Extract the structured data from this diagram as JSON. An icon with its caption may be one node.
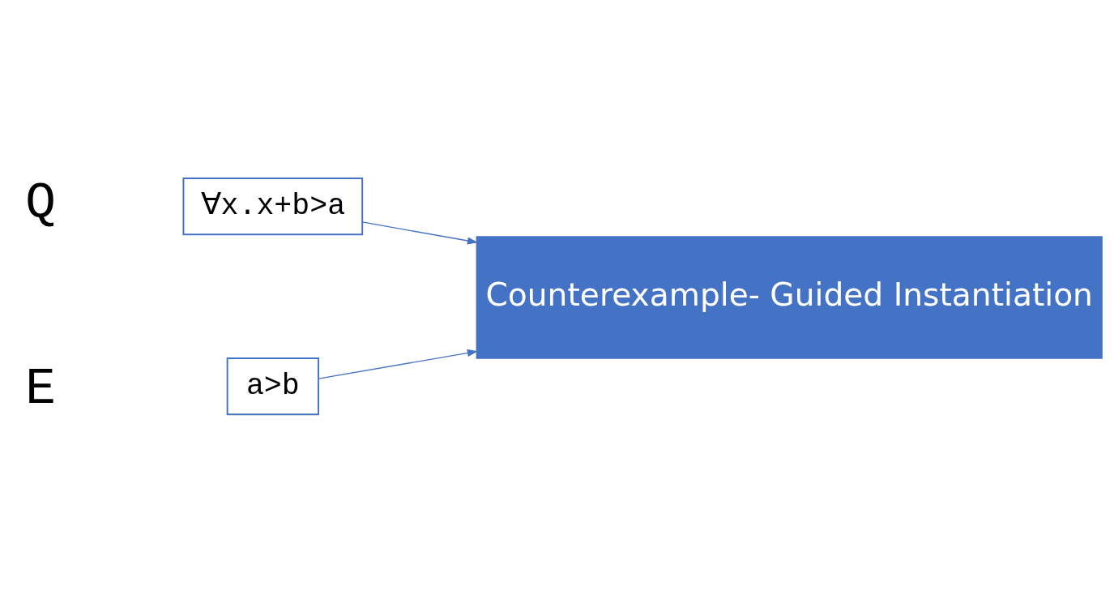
{
  "diagram": {
    "nodes": [
      {
        "text": [
          "a>b"
        ]
      },
      {
        "text": [
          "∀x.x+b>a"
        ]
      },
      {
        "text": [
          "Counterexample- Guided Instantiation"
        ]
      }
    ],
    "edges": [
      {
        "from": 0,
        "to": 2,
        "arrow": "to"
      },
      {
        "from": 1,
        "to": 2,
        "arrow": "to"
      }
    ],
    "labels": [
      "E",
      "Q"
    ]
  }
}
